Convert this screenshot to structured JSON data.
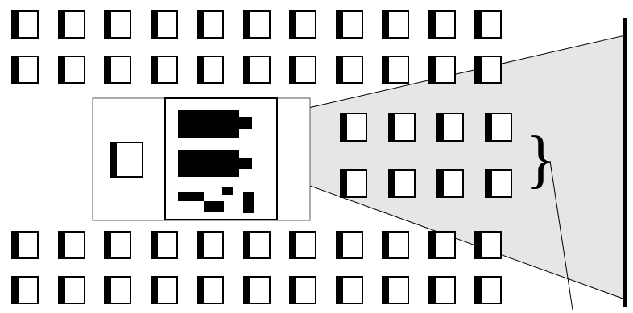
{
  "diagram": {
    "colors": {
      "ink": "#000000",
      "paper": "#ffffff",
      "beam": "#e6e6e6",
      "frame_stroke": "#555555"
    },
    "brace_glyph": "}",
    "grid": {
      "full_row_count": 4,
      "cells_per_full_row": 11,
      "beam_row_count": 2,
      "cells_per_beam_row": 4
    },
    "icons": [
      "square-cell-icon",
      "brace-icon",
      "screen-icon",
      "pointer-line-icon"
    ]
  }
}
